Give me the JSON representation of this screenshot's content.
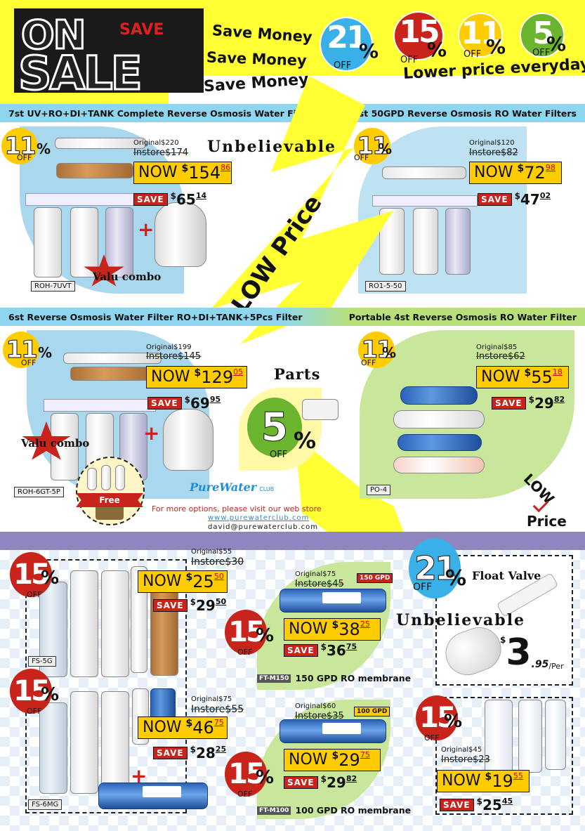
{
  "header": {
    "on": "ON",
    "sale": "SALE",
    "save": "SAVE",
    "save_money": [
      "Save Money",
      "Save Money",
      "Save Money"
    ],
    "discounts": [
      {
        "value": "21",
        "pct": "%",
        "off": "OFF",
        "color": "#3ab0e8"
      },
      {
        "value": "15",
        "pct": "%",
        "off": "OFF",
        "color": "#c8241c"
      },
      {
        "value": "11",
        "pct": "%",
        "off": "OFF",
        "color": "#ffcc00"
      },
      {
        "value": "5",
        "pct": "%",
        "off": "OFF",
        "color": "#6ab42e"
      }
    ],
    "lower_price": "Lower price everyday"
  },
  "sections": {
    "bar1_left": "7st UV+RO+DI+TANK Complete Reverse Osmosis Water Filter",
    "bar1_right": "6st 50GPD Reverse Osmosis RO Water Filters",
    "bar2_left": "6st Reverse Osmosis Water Filter RO+DI+TANK+5Pcs Filter",
    "bar2_right": "Portable 4st  Reverse Osmosis RO Water Filter"
  },
  "banners": {
    "unbelievable": "Unbelievable",
    "low_price": "LOW Price",
    "parts": "Parts",
    "low": "LOW",
    "price": "Price",
    "valu_combo": "Valu combo",
    "free": "Free"
  },
  "products": {
    "p1": {
      "sku": "ROH-7UVT",
      "off": "11",
      "original": "Original$220",
      "instore": "Instore$174",
      "now": "NOW",
      "dollar": "$",
      "price": "154",
      "cents": "86",
      "save": "SAVE",
      "save_amt": "65",
      "save_cents": "14"
    },
    "p2": {
      "sku": "RO1-5-50",
      "off": "11",
      "original": "Original$120",
      "instore": "Instore$82",
      "now": "NOW",
      "dollar": "$",
      "price": "72",
      "cents": "98",
      "save": "SAVE",
      "save_amt": "47",
      "save_cents": "02"
    },
    "p3": {
      "sku": "ROH-6GT-5P",
      "off": "11",
      "original": "Original$199",
      "instore": "Instore$145",
      "now": "NOW",
      "dollar": "$",
      "price": "129",
      "cents": "05",
      "save": "SAVE",
      "save_amt": "69",
      "save_cents": "95"
    },
    "p4": {
      "sku": "PO-4",
      "off": "11",
      "original": "Original$85",
      "instore": "Instore$62",
      "now": "NOW",
      "dollar": "$",
      "price": "55",
      "cents": "18",
      "save": "SAVE",
      "save_amt": "29",
      "save_cents": "82"
    },
    "parts": {
      "off": "5",
      "pct": "%",
      "off_label": "OFF"
    },
    "fs5g": {
      "sku": "FS-5G",
      "off": "15",
      "original": "Original$55",
      "instore": "Instore$30",
      "now": "NOW",
      "dollar": "$",
      "price": "25",
      "cents": "50",
      "save": "SAVE",
      "save_amt": "29",
      "save_cents": "50"
    },
    "fs6mg": {
      "sku": "FS-6MG",
      "off": "15",
      "original": "Original$75",
      "instore": "Instore$55",
      "now": "NOW",
      "dollar": "$",
      "price": "46",
      "cents": "75",
      "save": "SAVE",
      "save_amt": "28",
      "save_cents": "25"
    },
    "m150": {
      "ft": "FT-M150",
      "label": "150 GPD  RO membrane",
      "gpd": "150 GPD",
      "off": "15",
      "original": "Original$75",
      "instore": "Instore$45",
      "now": "NOW",
      "dollar": "$",
      "price": "38",
      "cents": "25",
      "save": "SAVE",
      "save_amt": "36",
      "save_cents": "75"
    },
    "m100": {
      "ft": "FT-M100",
      "label": "100 GPD  RO membrane",
      "gpd": "100 GPD",
      "off": "15",
      "original": "Original$60",
      "instore": "Instore$35",
      "now": "NOW",
      "dollar": "$",
      "price": "29",
      "cents": "75",
      "save": "SAVE",
      "save_amt": "29",
      "save_cents": "82"
    },
    "float": {
      "title": "Float Valve",
      "off": "21",
      "unbelievable": "Unbelievable",
      "dollar": "$",
      "price": "3",
      "cents": ".95",
      "per": "/Per"
    },
    "inline": {
      "off": "15",
      "original": "Original$45",
      "instore": "Instore$23",
      "now": "NOW",
      "dollar": "$",
      "price": "19",
      "cents": "55",
      "save": "SAVE",
      "save_amt": "25",
      "save_cents": "45"
    }
  },
  "brand": {
    "logo": "PureWater",
    "club": "CLUB",
    "options": "For more options, please visit our web store",
    "url": "www.purewaterclub.com",
    "email": "david@purewaterclub.com"
  },
  "common": {
    "pct": "%",
    "off": "OFF"
  }
}
